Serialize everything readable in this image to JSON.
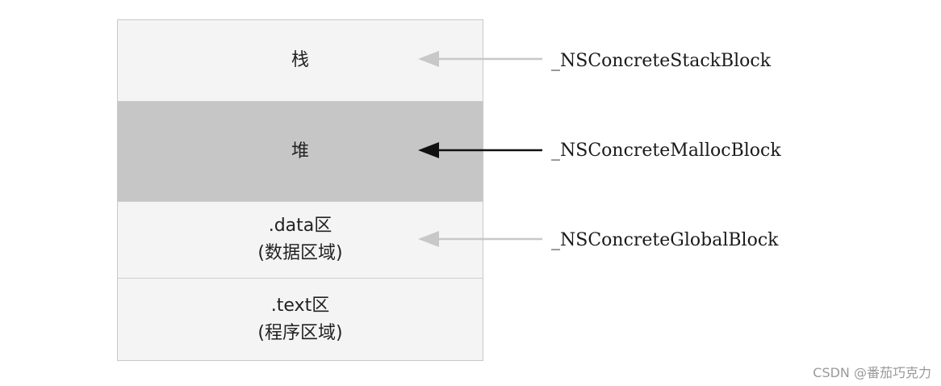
{
  "segments": {
    "stack": {
      "label": "栈"
    },
    "heap": {
      "label": "堆"
    },
    "data": {
      "line1": ".data区",
      "line2": "(数据区域)"
    },
    "text": {
      "line1": ".text区",
      "line2": "(程序区域)"
    }
  },
  "blocks": {
    "stack": "_NSConcreteStackBlock",
    "malloc": "_NSConcreteMallocBlock",
    "global": "_NSConcreteGlobalBlock"
  },
  "watermark": "CSDN @番茄巧克力",
  "colors": {
    "segment_light": "#f4f4f4",
    "segment_dark": "#c6c6c6",
    "arrow_light": "#c8c8c8",
    "arrow_dark": "#111111"
  }
}
